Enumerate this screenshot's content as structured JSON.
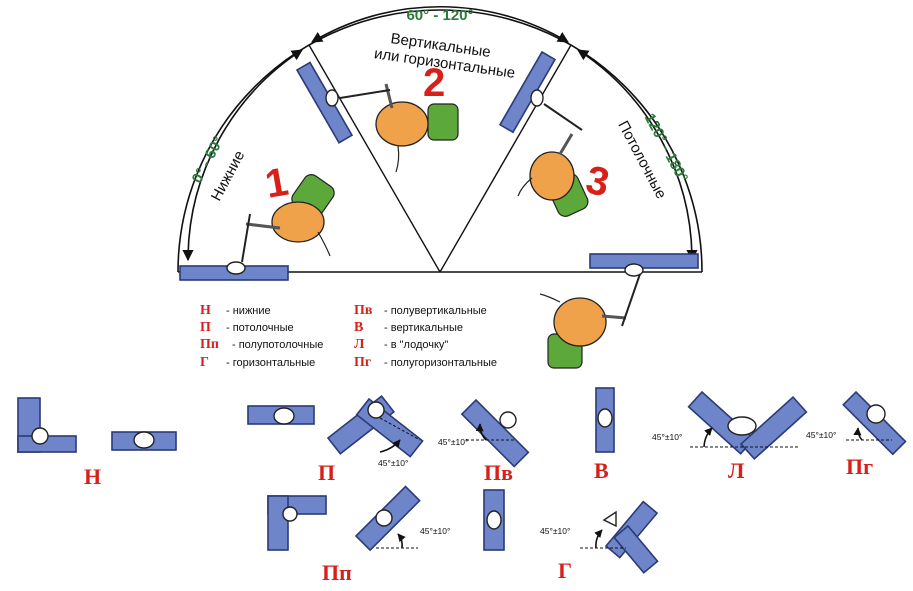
{
  "sectors": {
    "lower": {
      "range": "0° - 60°",
      "name": "Нижние"
    },
    "vertical": {
      "range": "60° - 120°",
      "name_line1": "Вертикальные",
      "name_line2": "или горизонтальные"
    },
    "overhead": {
      "range": "120° - 180°",
      "name": "Потолочные"
    }
  },
  "numbers": {
    "one": "1",
    "two": "2",
    "three": "3"
  },
  "legend": {
    "left": [
      {
        "code": "Н",
        "text": "- нижние"
      },
      {
        "code": "П",
        "text": "- потолочные"
      },
      {
        "code": "Пп",
        "text": "- полупотолочные"
      },
      {
        "code": "Г",
        "text": "- горизонтальные"
      }
    ],
    "right": [
      {
        "code": "Пв",
        "text": "- полувертикальные"
      },
      {
        "code": "В",
        "text": "- вертикальные"
      },
      {
        "code": "Л",
        "text": "- в \"лодочку\""
      },
      {
        "code": "Пг",
        "text": "- полугоризонтальные"
      }
    ]
  },
  "joints": {
    "n": "Н",
    "p": "П",
    "pv": "Пв",
    "v": "В",
    "l": "Л",
    "pg": "Пг",
    "pp": "Пп",
    "g": "Г"
  },
  "angle_label": "45°±10°",
  "colors": {
    "plate": "#6f85c9",
    "plate_edge": "#2b3a78",
    "accent_red": "#d8201a",
    "label_green": "#2b7a3a",
    "glove": "#f0a24a",
    "sleeve": "#5da83a"
  }
}
